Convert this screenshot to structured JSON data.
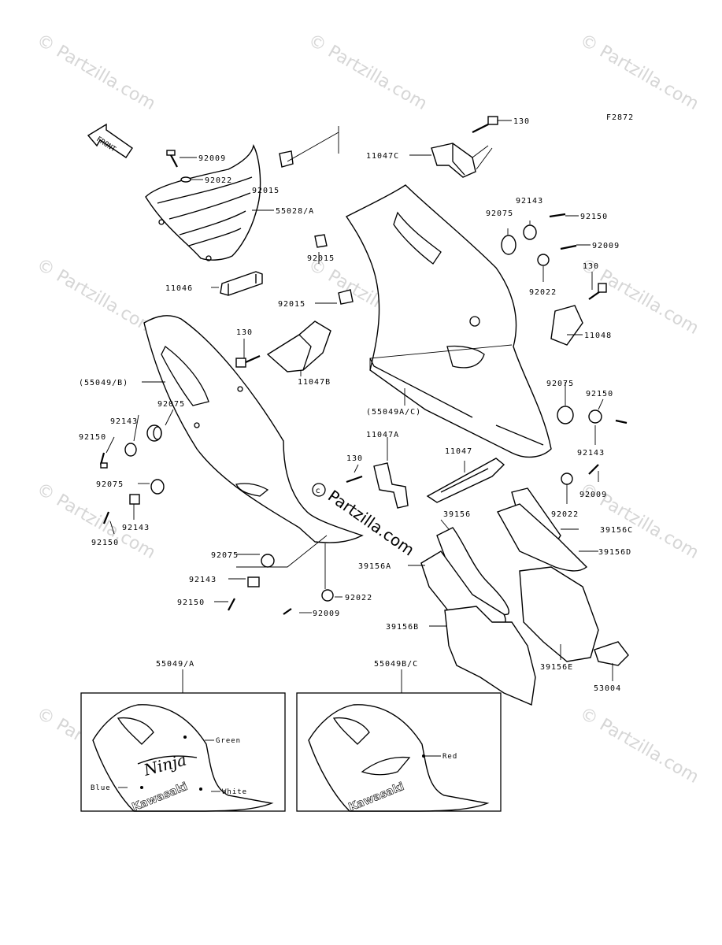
{
  "watermark": "© Partzilla.com",
  "figure_code": "F2872",
  "front_label": "FRONT",
  "labels": {
    "p130_top": "130",
    "p11047C": "11047C",
    "p92009_a": "92009",
    "p92022_a": "92022",
    "p92015_a": "92015",
    "p55028A": "55028/A",
    "p11046": "11046",
    "p92143_a": "92143",
    "p92075_a": "92075",
    "p92150_a": "92150",
    "p92009_b": "92009",
    "p130_r": "130",
    "p92022_b": "92022",
    "p11048": "11048",
    "p92015_b": "92015",
    "p92015_c": "92015",
    "p130_m": "130",
    "p11047B": "11047B",
    "p55049B": "(55049/B)",
    "p92075_b": "92075",
    "p92143_b": "92143",
    "p92150_b": "92150",
    "p92075_c": "92075",
    "p92143_c": "92143",
    "p92150_c": "92150",
    "p55049AC": "(55049A/C)",
    "p92075_d": "92075",
    "p92150_d": "92150",
    "p92143_d": "92143",
    "p11047A": "11047A",
    "p130_l": "130",
    "p11047": "11047",
    "p92009_c": "92009",
    "p92022_c": "92022",
    "p39156": "39156",
    "p39156C": "39156C",
    "p39156D": "39156D",
    "p39156A": "39156A",
    "p92075_e": "92075",
    "p92143_e": "92143",
    "p92150_e": "92150",
    "p92022_d": "92022",
    "p92009_d": "92009",
    "p39156B": "39156B",
    "p39156E": "39156E",
    "p53004": "53004",
    "p55049A": "55049/A",
    "p55049BC": "55049B/C"
  },
  "inset_a": {
    "brand": "Kawasaki",
    "model": "Ninja",
    "colors": [
      "Green",
      "Blue",
      "White"
    ]
  },
  "inset_b": {
    "brand": "Kawasaki",
    "colors": [
      "Red"
    ]
  }
}
